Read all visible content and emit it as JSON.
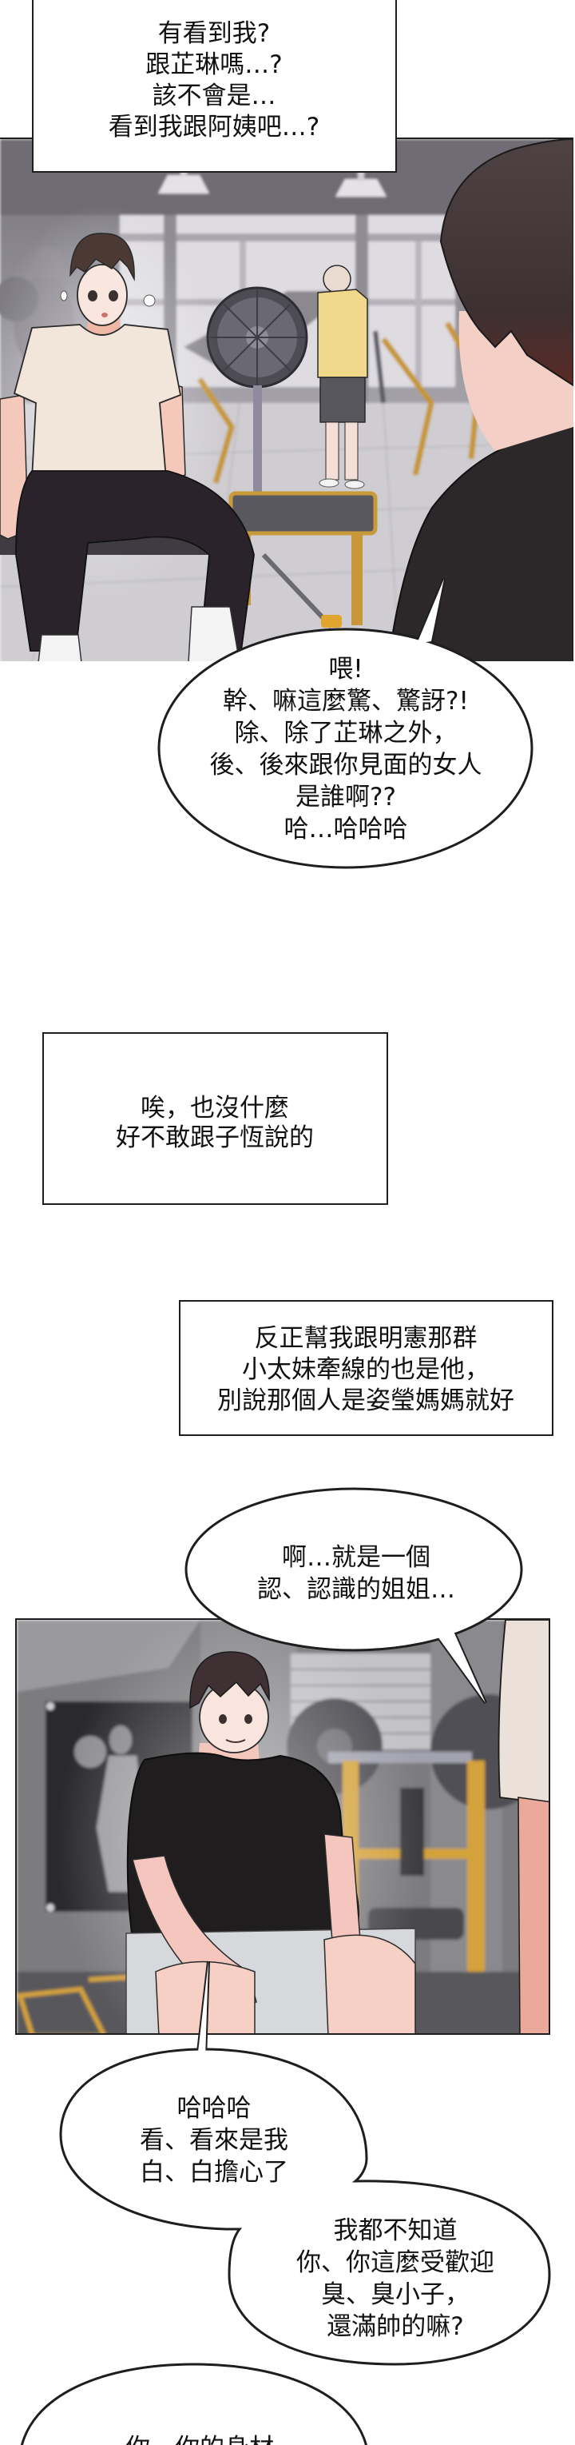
{
  "captions": [
    {
      "lines": [
        "有看到我?",
        "跟芷琳嗎…?",
        "該不會是…",
        "看到我跟阿姨吧…?"
      ]
    },
    {
      "lines": [
        "唉，也沒什麼",
        "好不敢跟子恆說的"
      ]
    },
    {
      "lines": [
        "反正幫我跟明憲那群",
        "小太妹牽線的也是他，",
        "別說那個人是姿瑩媽媽就好"
      ]
    }
  ],
  "bubbles": [
    {
      "lines": [
        "喂!",
        "幹、嘛這麼驚、驚訝?!",
        "除、除了芷琳之外，",
        "後、後來跟你見面的女人",
        "是誰啊??",
        "哈…哈哈哈"
      ]
    },
    {
      "lines": [
        "啊…就是一個",
        "認、認識的姐姐…"
      ]
    },
    {
      "lines": [
        "哈哈哈",
        "看、看來是我",
        "白、白擔心了"
      ]
    },
    {
      "lines": [
        "我都不知道",
        "你、你這麼受歡迎",
        "臭、臭小子，",
        "還滿帥的嘛?"
      ]
    },
    {
      "lines": [
        "你、你的身材"
      ]
    }
  ],
  "colors": {
    "page_background": "#ffffff",
    "outline": "#1e1e1e",
    "text": "#111111",
    "gym_gray": "#9d9aa1",
    "equipment_yellow": "#d4a23a",
    "hair_brown": "#4a3a36",
    "shirt_black": "#222022",
    "skin": "#f6d6cc"
  }
}
